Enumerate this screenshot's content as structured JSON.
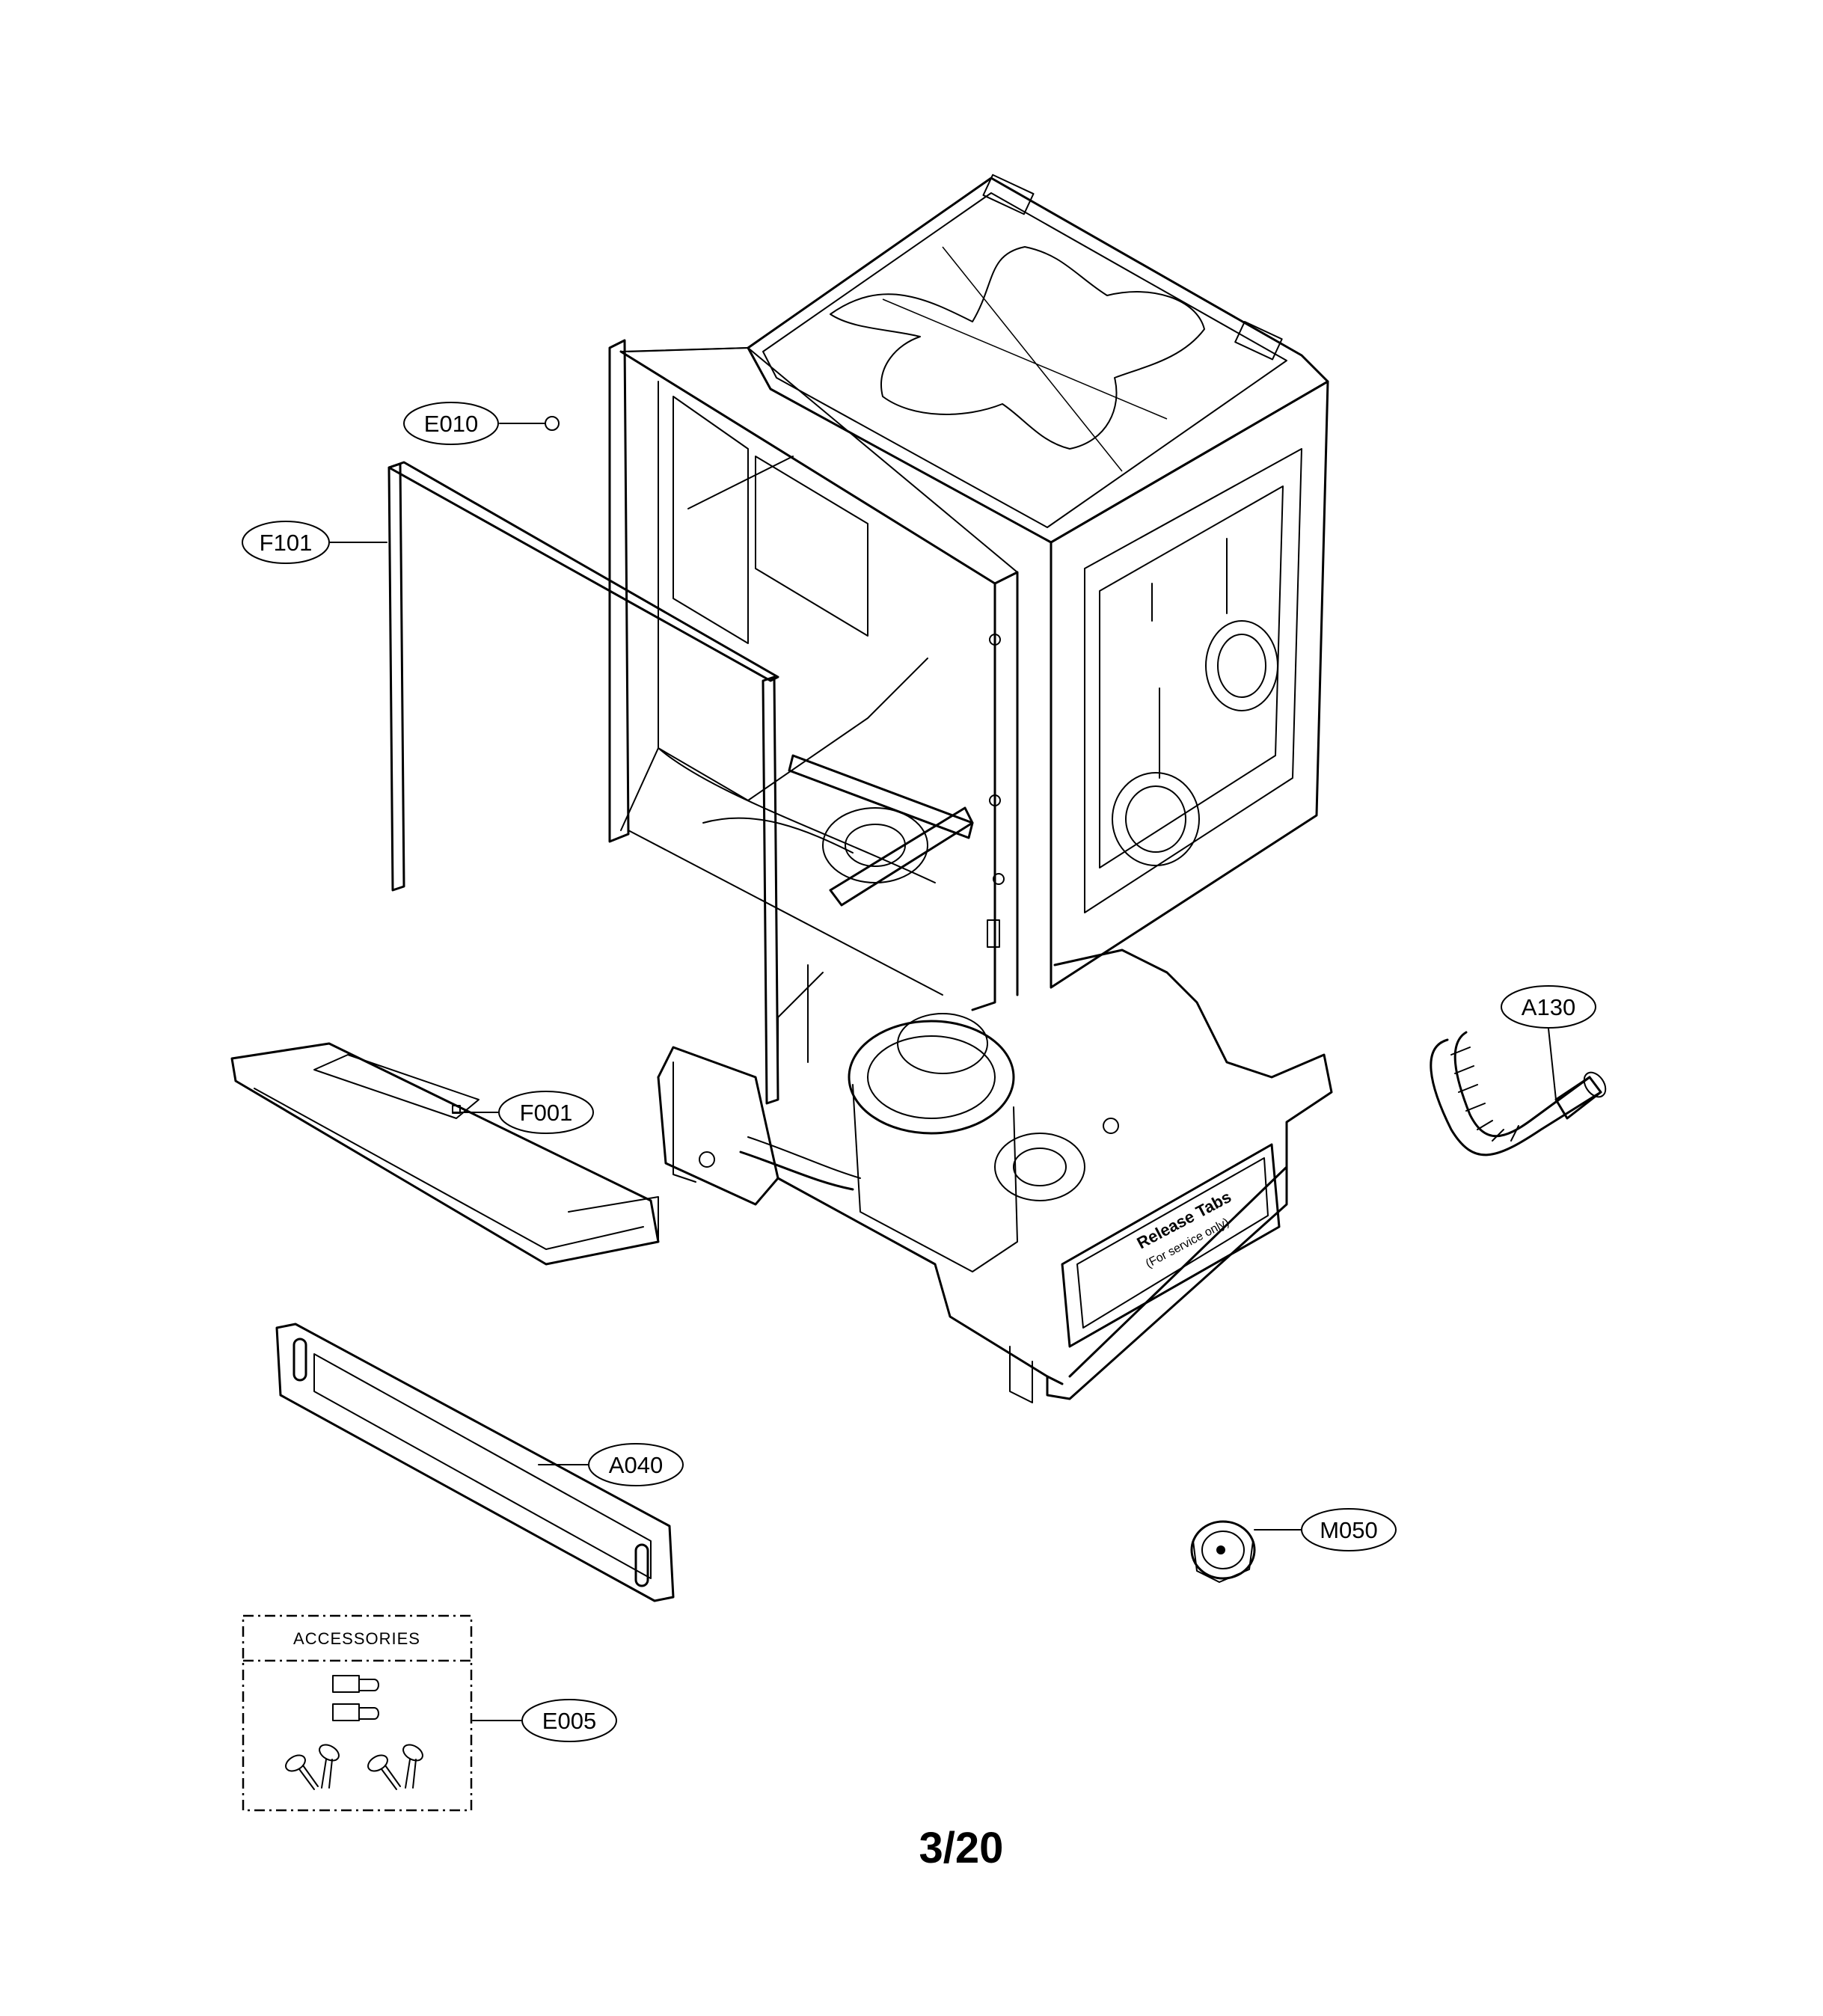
{
  "callouts": {
    "e010": "E010",
    "f101": "F101",
    "f001": "F001",
    "a130": "A130",
    "a040": "A040",
    "m050": "M050",
    "e005": "E005"
  },
  "accessories": {
    "title": "ACCESSORIES"
  },
  "panel": {
    "label": "Release Tabs",
    "sublabel": "(For service only)"
  },
  "page": {
    "number": "3/20"
  }
}
